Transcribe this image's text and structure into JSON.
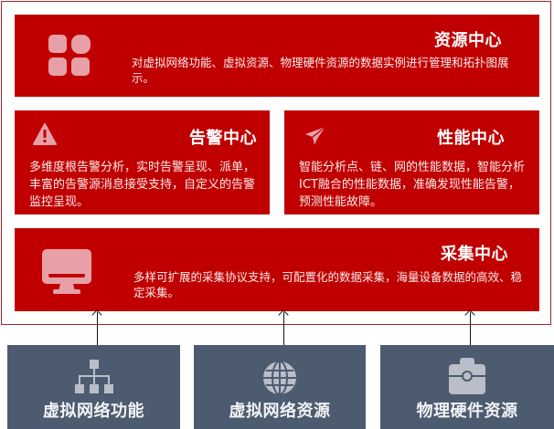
{
  "colors": {
    "card_red": "#c00000",
    "frame_border": "#a0262a",
    "source_gray": "#4d5b70",
    "icon_pink": "#e8a0a8",
    "icon_gray": "#b9bec8"
  },
  "centers": {
    "resource": {
      "title": "资源中心",
      "icon": "apps-grid-icon",
      "desc": "对虚拟网络功能、虚拟资源、物理硬件资源的数据实例进行管理和拓扑图展示。"
    },
    "alarm": {
      "title": "告警中心",
      "icon": "warning-triangle-icon",
      "desc": "多维度根告警分析，实时告警呈现、派单，丰富的告警源消息接受支持，自定义的告警监控呈现。"
    },
    "performance": {
      "title": "性能中心",
      "icon": "paper-plane-icon",
      "desc": "智能分析点、链、网的性能数据，智能分析ICT融合的性能数据，准确发现性能告警，预测性能故障。"
    },
    "collection": {
      "title": "采集中心",
      "icon": "monitor-icon",
      "desc": "多样可扩展的采集协议支持，可配置化的数据采集，海量设备数据的高效、稳定采集。"
    }
  },
  "sources": [
    {
      "label": "虚拟网络功能",
      "icon": "hierarchy-icon"
    },
    {
      "label": "虚拟网络资源",
      "icon": "globe-icon"
    },
    {
      "label": "物理硬件资源",
      "icon": "toolbox-icon"
    }
  ]
}
